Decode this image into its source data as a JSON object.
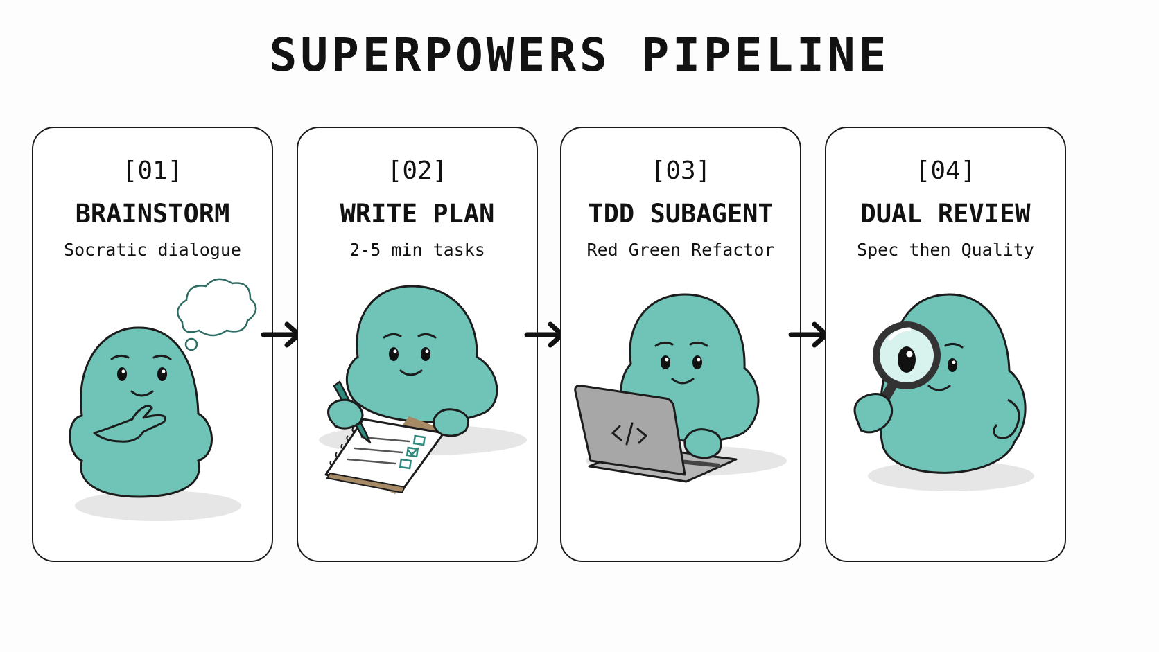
{
  "title": "SUPERPOWERS PIPELINE",
  "colors": {
    "blob": "#6fc3b7",
    "blob_shade": "#58aea2",
    "outline": "#1c1c1c",
    "thought_stroke": "#2e6b63",
    "laptop": "#a7a7a7",
    "notebook_edge": "#a68a66",
    "check": "#2f8a7e"
  },
  "steps": [
    {
      "number": "[01]",
      "name": "BRAINSTORM",
      "subtitle": "Socratic dialogue",
      "icon": "thought-bubble-icon"
    },
    {
      "number": "[02]",
      "name": "WRITE PLAN",
      "subtitle": "2-5 min tasks",
      "icon": "notebook-checklist-icon"
    },
    {
      "number": "[03]",
      "name": "TDD SUBAGENT",
      "subtitle": "Red Green Refactor",
      "icon": "laptop-code-icon"
    },
    {
      "number": "[04]",
      "name": "DUAL REVIEW",
      "subtitle": "Spec then Quality",
      "icon": "magnifying-glass-icon"
    }
  ]
}
